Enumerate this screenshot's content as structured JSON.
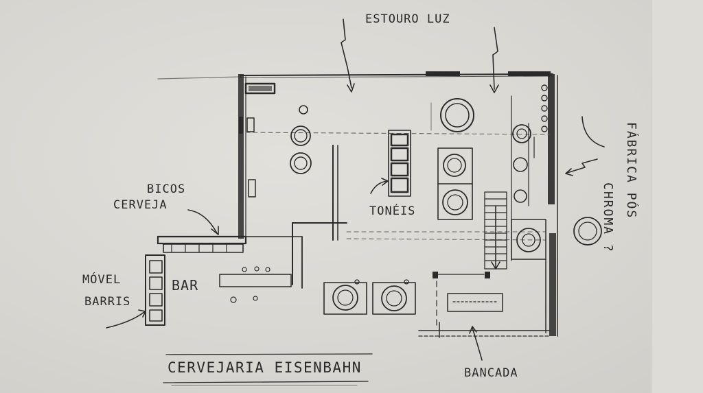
{
  "labels": {
    "estouro_luz": "ESTOURO LUZ",
    "bicos_line1": "BICOS",
    "bicos_line2": "CERVEJA",
    "toneis": "TONÉIS",
    "movel_line1": "MÓVEL",
    "movel_line2": "BARRIS",
    "bar": "BAR",
    "fabrica": "FÁBRICA PÓS",
    "chroma": "CHROMA ?",
    "bancada": "BANCADA",
    "title": "CERVEJARIA EISENBAHN"
  },
  "colors": {
    "paper": "#d9d7d2",
    "pencil": "#2a2a2a",
    "pencil_light": "#6a6a6a"
  }
}
